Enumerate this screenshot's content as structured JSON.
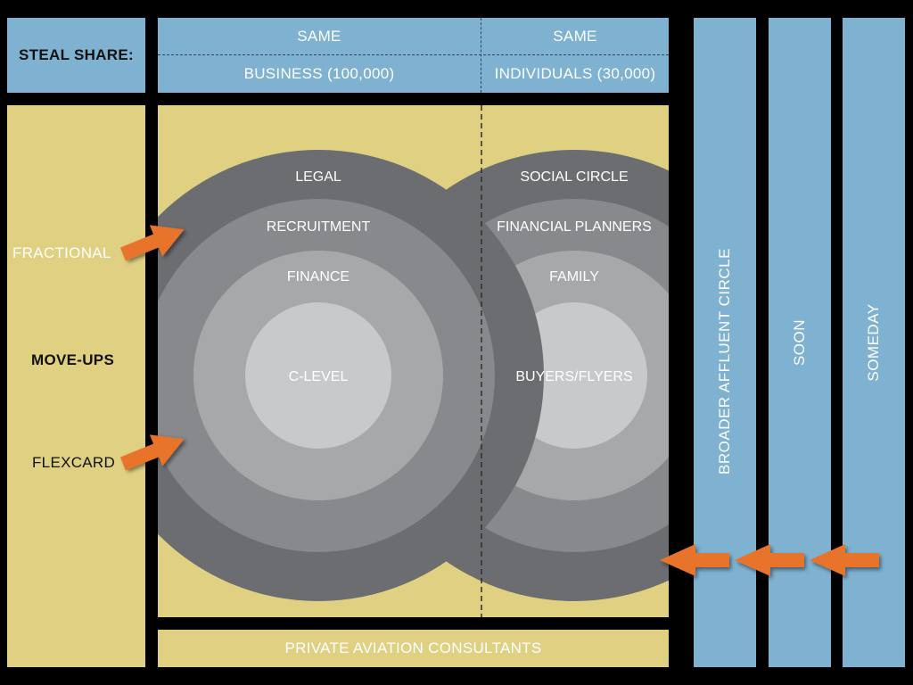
{
  "steal_share": {
    "label": "STEAL SHARE:"
  },
  "columns": {
    "business": {
      "same": "SAME",
      "title": "BUSINESS (100,000)"
    },
    "individuals": {
      "same": "SAME",
      "title": "INDIVIDUALS (30,000)"
    }
  },
  "left": {
    "fractional": "FRACTIONAL",
    "move_ups": "MOVE-UPS",
    "flexcard": "FLEXCARD"
  },
  "business_rings": [
    "LEGAL",
    "RECRUITMENT",
    "FINANCE",
    "C-LEVEL"
  ],
  "individual_rings": [
    "SOCIAL CIRCLE",
    "FINANCIAL PLANNERS",
    "FAMILY",
    "BUYERS/FLYERS"
  ],
  "bottom": {
    "label": "PRIVATE AVIATION CONSULTANTS"
  },
  "verticals": [
    "BROADER AFFLUENT CIRCLE",
    "SOON",
    "SOMEDAY"
  ],
  "colors": {
    "blue": "#7fb2d0",
    "tan": "#dfd082",
    "ring_outer": "#6b6d70",
    "ring_2": "#88898c",
    "ring_3": "#a6a8aa",
    "ring_core": "#c7c9ca",
    "arrow": "#e8732a",
    "background": "#000000"
  }
}
